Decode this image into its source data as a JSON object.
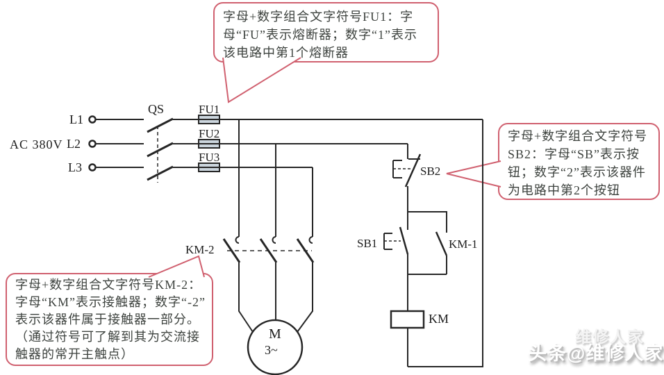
{
  "diagram": {
    "source_label": "AC 380V",
    "phases": [
      "L1",
      "L2",
      "L3"
    ],
    "switch": "QS",
    "fuses": [
      "FU1",
      "FU2",
      "FU3"
    ],
    "main_contact": "KM-2",
    "motor": "M",
    "motor_type": "3~",
    "stop_button": "SB2",
    "start_button": "SB1",
    "aux_contact": "KM-1",
    "coil": "KM"
  },
  "callouts": {
    "fu1": {
      "lines": [
        "字母+数字组合文字符号FU1：字",
        "母“FU”表示熔断器；数字“1”表示",
        "该电路中第1个熔断器"
      ]
    },
    "sb2": {
      "lines": [
        "字母+数字组合文字符号",
        "SB2：字母“SB”表示按",
        "钮；数字“2”表示该器件",
        "为电路中第2个按钮"
      ]
    },
    "km2": {
      "lines": [
        "字母+数字组合文字符号KM-2：",
        "字母“KM”表示接触器；数字“-2”",
        "表示该器件属于接触器一部分。",
        "（通过符号可了解到其为交流接",
        "触器的常开主触点）"
      ]
    }
  },
  "watermark": {
    "text": "头条@维修人家",
    "ghost": "维修人家"
  },
  "colors": {
    "callout_border": "#d0606f",
    "circuit_line": "#262626",
    "fuse_fill": "#ccd6de"
  }
}
